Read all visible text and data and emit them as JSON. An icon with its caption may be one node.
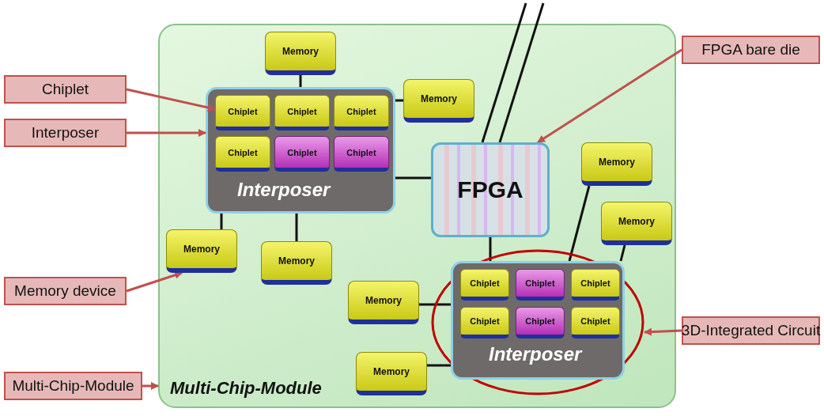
{
  "diagram": {
    "nodes": [
      {
        "text": [
          "Multi-Chip-Module"
        ]
      },
      {
        "text": [
          "Memory"
        ],
        "in": 0
      },
      {
        "text": [
          "Interposer"
        ],
        "in": 0
      },
      {
        "text": [
          "Chiplet"
        ],
        "in": 2
      },
      {
        "text": [
          "Chiplet"
        ],
        "in": 2
      },
      {
        "text": [
          "Chiplet"
        ],
        "in": 2
      },
      {
        "text": [
          "Chiplet"
        ],
        "in": 2
      },
      {
        "text": [
          "Chiplet"
        ],
        "in": 2
      },
      {
        "text": [
          "Chiplet"
        ],
        "in": 2
      },
      {
        "text": [
          "Memory"
        ],
        "in": 0
      },
      {
        "text": [
          "Memory"
        ],
        "in": 0
      },
      {
        "text": [
          "FPGA"
        ],
        "in": 0
      },
      {
        "text": [
          "Memory"
        ],
        "in": 0
      },
      {
        "text": [
          "Memory"
        ],
        "in": 0
      },
      {
        "text": [
          "Memory"
        ],
        "in": 0
      },
      {
        "text": [],
        "shape": "ellipse",
        "in": 0
      },
      {
        "text": [
          "Interposer"
        ],
        "in": 15
      },
      {
        "text": [
          "Chiplet"
        ],
        "in": 16
      },
      {
        "text": [
          "Chiplet"
        ],
        "in": 16
      },
      {
        "text": [
          "Chiplet"
        ],
        "in": 16
      },
      {
        "text": [
          "Chiplet"
        ],
        "in": 16
      },
      {
        "text": [
          "Chiplet"
        ],
        "in": 16
      },
      {
        "text": [
          "Chiplet"
        ],
        "in": 16
      },
      {
        "text": [
          "Memory"
        ],
        "in": 0
      },
      {
        "text": [
          "Memory"
        ],
        "in": 0
      },
      {
        "text": [
          "Chiplet"
        ]
      },
      {
        "text": [
          "Interposer"
        ]
      },
      {
        "text": [
          "FPGA bare die"
        ]
      },
      {
        "text": [
          "Memory device"
        ]
      },
      {
        "text": [
          "3D-Integrated Circuit"
        ]
      },
      {
        "text": [
          "Multi-Chip-Module"
        ]
      }
    ],
    "edges": [
      {
        "from": 1,
        "to": 2,
        "arrow": "none"
      },
      {
        "from": 9,
        "to": 2,
        "arrow": "none"
      },
      {
        "from": 10,
        "to": 2,
        "arrow": "none"
      },
      {
        "from": 13,
        "to": 2,
        "arrow": "none"
      },
      {
        "from": 2,
        "to": 11,
        "arrow": "none"
      },
      {
        "from": 11,
        "to": 16,
        "arrow": "none"
      },
      {
        "from": 12,
        "to": 16,
        "arrow": "none"
      },
      {
        "from": 14,
        "to": 16,
        "arrow": "none"
      },
      {
        "from": 23,
        "to": 16,
        "arrow": "none"
      },
      {
        "from": 24,
        "to": 16,
        "arrow": "none"
      },
      {
        "from": 11,
        "to": null,
        "arrow": "none"
      },
      {
        "from": 11,
        "to": null,
        "arrow": "none"
      },
      {
        "from": 25,
        "to": 3,
        "arrow": "to",
        "color": "#c0504d"
      },
      {
        "from": 26,
        "to": 2,
        "arrow": "to",
        "color": "#c0504d"
      },
      {
        "from": 27,
        "to": 11,
        "arrow": "to",
        "color": "#c0504d"
      },
      {
        "from": 28,
        "to": 10,
        "arrow": "to",
        "color": "#c0504d"
      },
      {
        "from": 29,
        "to": 15,
        "arrow": "to",
        "color": "#c0504d"
      },
      {
        "from": 30,
        "to": 0,
        "arrow": "to",
        "color": "#c0504d"
      }
    ]
  }
}
